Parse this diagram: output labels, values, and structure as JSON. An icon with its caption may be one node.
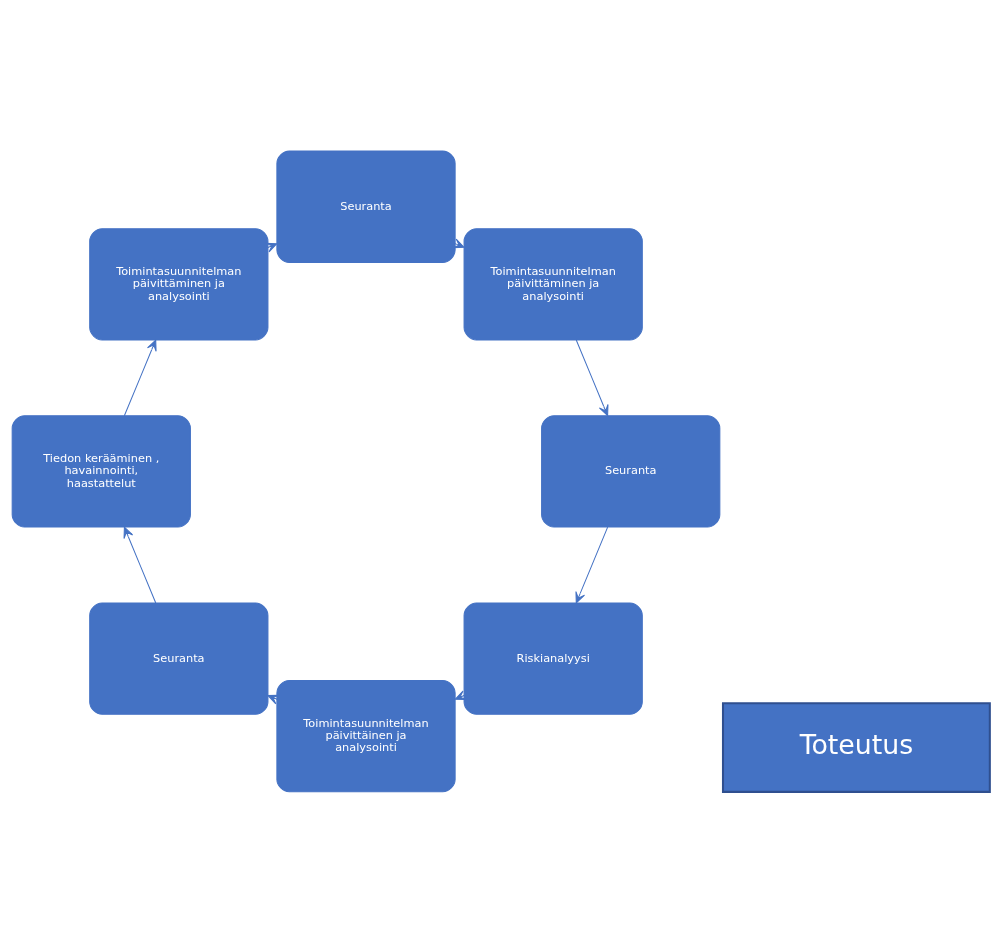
{
  "diagram": {
    "nodes": [
      {
        "text": [
          "Riskianalyysi"
        ]
      },
      {
        "text": [
          "Toimintasuunnitelman päivittäinen ja analysointi"
        ]
      },
      {
        "text": [
          "Seuranta"
        ]
      },
      {
        "text": [
          "Tiedon kerääminen , havainnointi, haastattelut"
        ]
      },
      {
        "text": [
          "Toimintasuunnitelman päivittäminen ja analysointi"
        ]
      },
      {
        "text": [
          "Seuranta"
        ]
      },
      {
        "text": [
          "Toimintasuunnitelman päivittäminen ja analysointi"
        ]
      },
      {
        "text": [
          "Seuranta"
        ]
      },
      {
        "text": [
          "Toteutus"
        ]
      }
    ],
    "edges": [
      {
        "from": 0,
        "to": 1,
        "arrow": "to"
      },
      {
        "from": 1,
        "to": 2,
        "arrow": "to"
      },
      {
        "from": 2,
        "to": 3,
        "arrow": "to"
      },
      {
        "from": 3,
        "to": 4,
        "arrow": "to"
      },
      {
        "from": 4,
        "to": 5,
        "arrow": "to"
      },
      {
        "from": 5,
        "to": 6,
        "arrow": "to"
      },
      {
        "from": 6,
        "to": 7,
        "arrow": "to"
      },
      {
        "from": 7,
        "to": 0,
        "arrow": "to"
      }
    ]
  }
}
